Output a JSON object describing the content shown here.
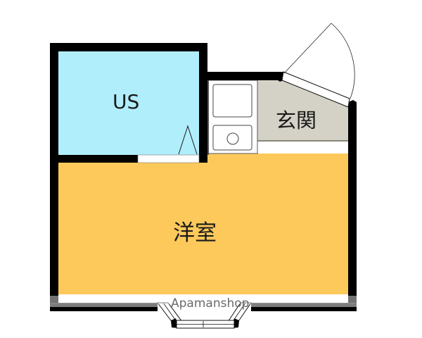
{
  "floorplan": {
    "rooms": [
      {
        "id": "us",
        "label": "US",
        "color": "#b1eefb"
      },
      {
        "id": "genkan",
        "label": "玄関",
        "color": "#d4d1c6"
      },
      {
        "id": "yoshitsu",
        "label": "洋室",
        "color": "#fdc95b"
      }
    ],
    "fixtures": [
      "kitchen-sink",
      "kitchen-counter",
      "entrance-door",
      "bay-window",
      "bath-door"
    ],
    "wall_color": "#000000"
  },
  "watermark": {
    "text": "Apamanshop"
  }
}
